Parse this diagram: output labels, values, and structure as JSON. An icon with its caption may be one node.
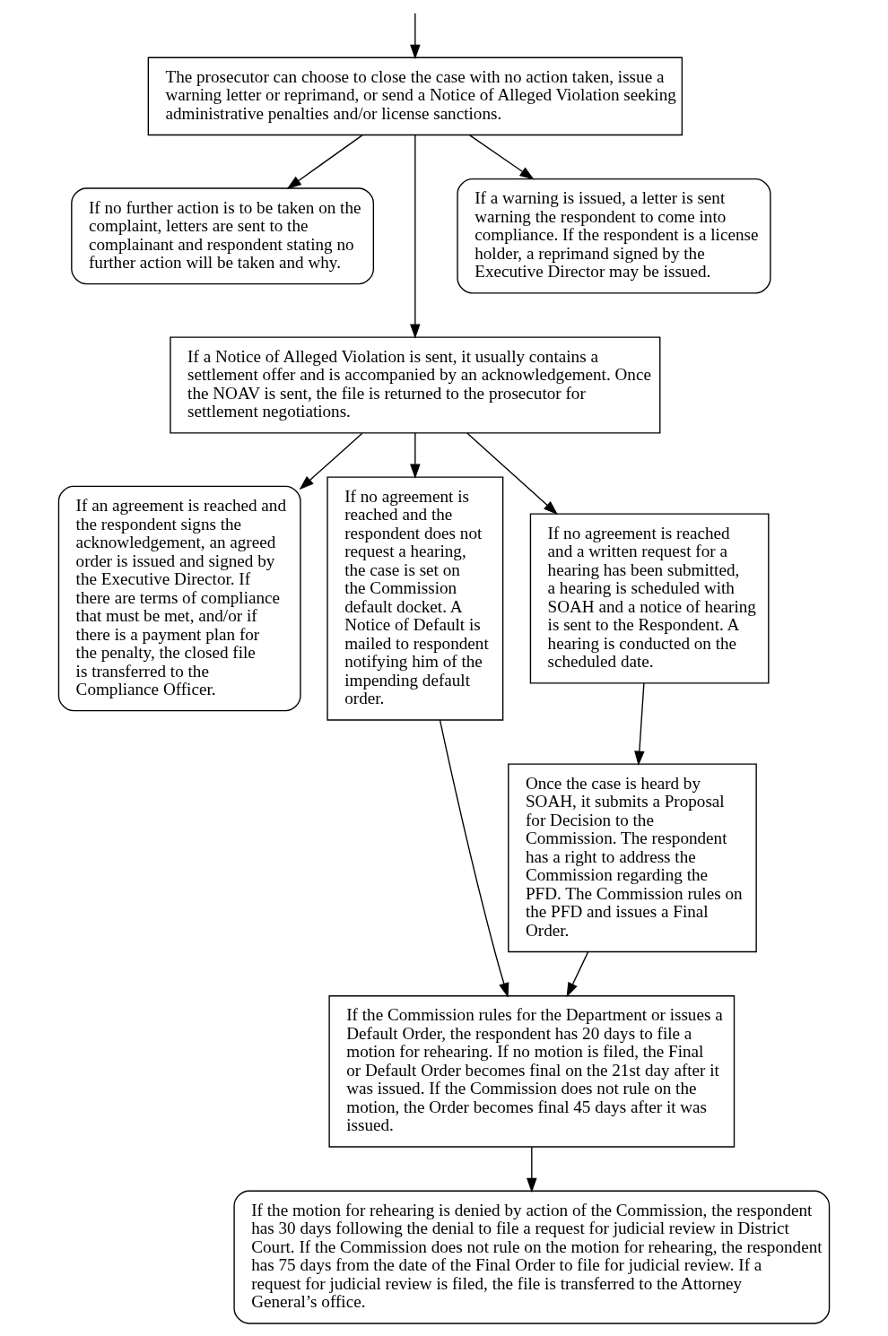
{
  "diagram": {
    "nodes": [
      {
        "text": [
          "The prosecutor can choose to close the case with no action taken, issue a warning letter or reprimand, or send a Notice of Alleged Violation seeking administrative penalties and/or license sanctions."
        ]
      },
      {
        "text": [
          "If no further action is to be taken on the complaint, letters are sent to the complainant and respondent stating no further action will be taken and why."
        ]
      },
      {
        "text": [
          "If a warning is issued, a letter is sent warning the respondent to come into compliance. If the respondent is a license holder, a reprimand signed by the Executive Director may be issued."
        ]
      },
      {
        "text": [
          "If a Notice of Alleged Violation is sent, it usually contains a settlement offer and is accompanied by an acknowledgement. Once the NOAV is sent, the file is returned to the prosecutor for settlement negotiations."
        ]
      },
      {
        "text": [
          "If an agreement is reached and the respondent signs the acknowledgement, an agreed order is issued and signed by the Executive Director. If there are terms of compliance that must be met, and/or if there is a payment plan for the penalty, the closed file is transferred to the Compliance Officer."
        ]
      },
      {
        "text": [
          "If no agreement is reached and the respondent does not request a hearing, the case is set on the Commission default docket. A Notice of Default is mailed to respondent notifying him of the impending default order."
        ]
      },
      {
        "text": [
          "If no agreement is reached and a written request for a hearing has been submitted, a hearing is scheduled with SOAH and a notice of hearing is sent to the Respondent. A hearing is conducted on the scheduled date."
        ]
      },
      {
        "text": [
          "Once the case is heard by SOAH, it submits a Proposal for Decision to the Commission. The respondent has a right to address the Commission regarding the PFD. The Commission rules on the PFD and issues a Final Order."
        ]
      },
      {
        "text": [
          "If the Commission rules for the Department or issues a Default Order, the respondent has 20 days to file a motion for rehearing. If no motion is filed, the Final or Default Order becomes final on the 21st day after it was issued. If the Commission does not rule on the motion, the Order becomes final 45 days after it was issued."
        ]
      },
      {
        "text": [
          "If the motion for rehearing is denied by action of the Commission, the respondent has 30 days following the denial to file a request for judicial review in District Court. If the Commission does not rule on the motion for rehearing, the respondent has 75 days from the date of the Final Order to file for judicial review. If a request for judicial review is filed, the file is transferred to the Attorney General’s office."
        ]
      }
    ],
    "edges": [
      {
        "from": null,
        "to": 0,
        "arrow": "to"
      },
      {
        "from": 0,
        "to": 1,
        "arrow": "to"
      },
      {
        "from": 0,
        "to": 3,
        "arrow": "to"
      },
      {
        "from": 0,
        "to": 2,
        "arrow": "to"
      },
      {
        "from": 3,
        "to": 4,
        "arrow": "to"
      },
      {
        "from": 3,
        "to": 5,
        "arrow": "to"
      },
      {
        "from": 3,
        "to": 6,
        "arrow": "to"
      },
      {
        "from": 6,
        "to": 7,
        "arrow": "to"
      },
      {
        "from": 5,
        "to": 8,
        "arrow": "to"
      },
      {
        "from": 7,
        "to": 8,
        "arrow": "to"
      },
      {
        "from": 8,
        "to": 9,
        "arrow": "to"
      }
    ]
  }
}
